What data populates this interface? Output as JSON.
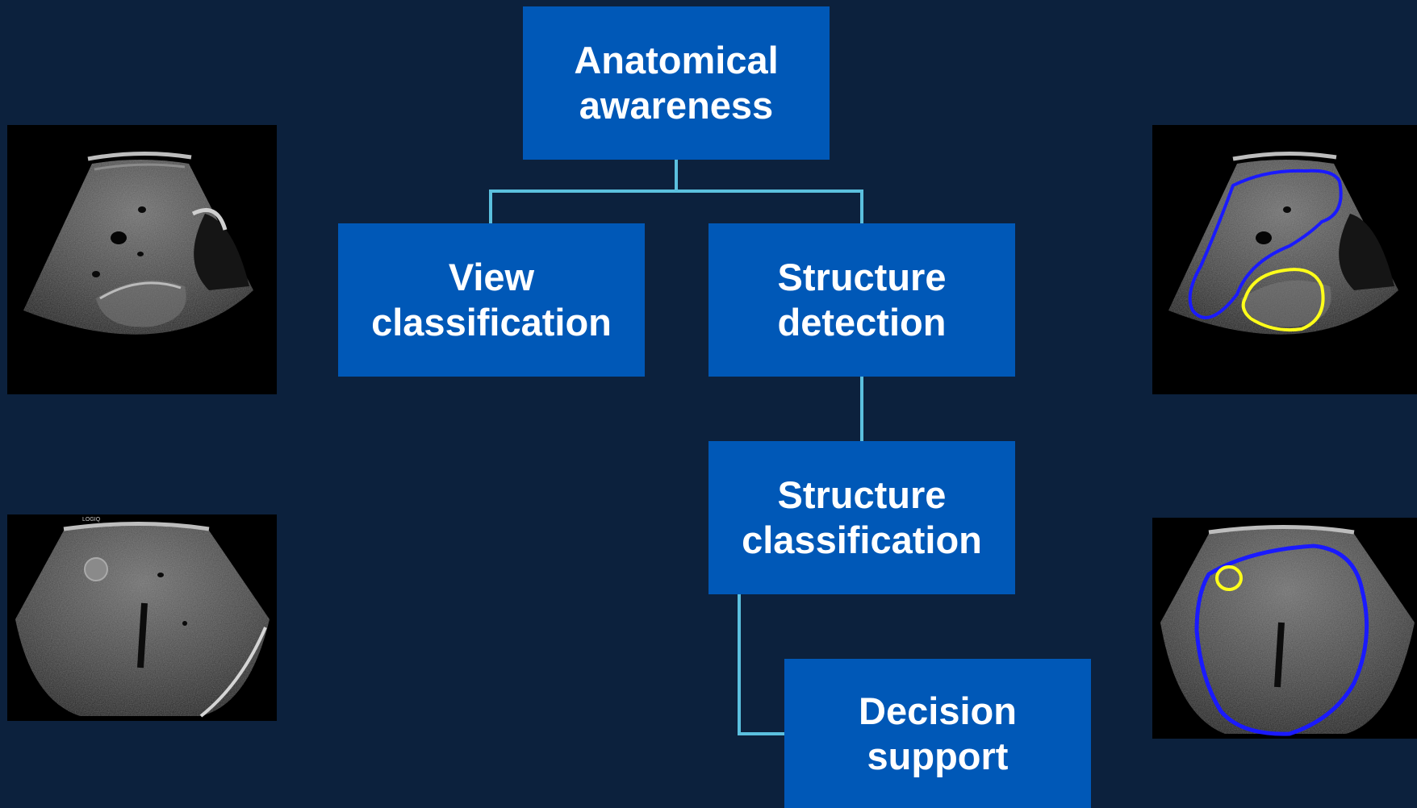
{
  "diagram": {
    "nodes": {
      "anatomical_awareness": {
        "line1": "Anatomical",
        "line2": "awareness"
      },
      "view_classification": {
        "line1": "View",
        "line2": "classification"
      },
      "structure_detection": {
        "line1": "Structure",
        "line2": "detection"
      },
      "structure_classification": {
        "line1": "Structure",
        "line2": "classification"
      },
      "decision_support": {
        "line1": "Decision support"
      }
    },
    "images": {
      "logo_text": "LOGIQ"
    },
    "colors": {
      "background": "#0c213d",
      "box": "#0058b7",
      "connector": "#5bc0de",
      "outline_blue": "#1a1aff",
      "outline_yellow": "#ffff1a"
    }
  }
}
